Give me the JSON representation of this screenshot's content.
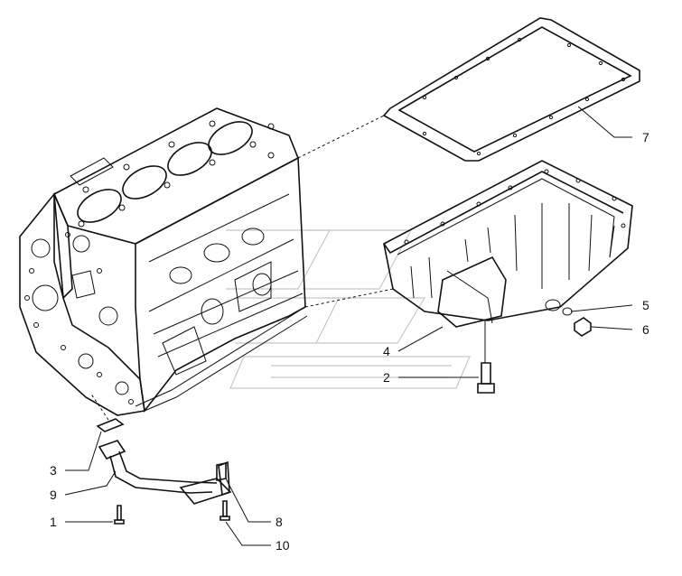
{
  "diagram": {
    "background": "#ffffff",
    "line_color": "#111111",
    "watermark_color": "#c8c8c8"
  },
  "parts": [
    {
      "id": "engine-block",
      "name": "engine-block"
    },
    {
      "id": "oil-pan-gasket",
      "name": "oil-pan-gasket"
    },
    {
      "id": "oil-pan",
      "name": "oil-pan"
    },
    {
      "id": "suction-pipe",
      "name": "oil-suction-pipe"
    }
  ],
  "callouts": {
    "c1": "1",
    "c2": "2",
    "c3": "3",
    "c4": "4",
    "c5": "5",
    "c6": "6",
    "c7": "7",
    "c8": "8",
    "c9": "9",
    "c10": "10"
  }
}
